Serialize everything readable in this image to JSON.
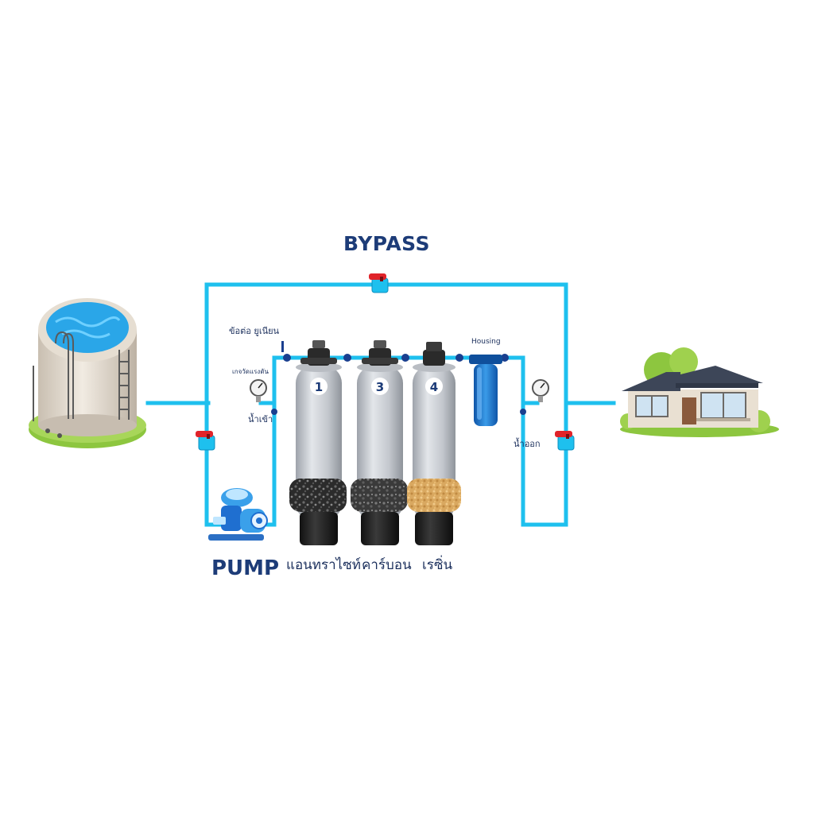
{
  "title": "BYPASS",
  "pump_label": "PUMP",
  "labels": {
    "union": "ข้อต่อ ยูเนียน",
    "gauge": "เกจวัดแรงดัน",
    "inlet": "น้ำเข้า",
    "outlet": "น้ำออก",
    "housing": "Housing"
  },
  "tanks": [
    {
      "number": "1",
      "media": "แอนทราไซท์",
      "media_color": "#2a2a2a"
    },
    {
      "number": "3",
      "media": "คาร์บอน",
      "media_color": "#333333"
    },
    {
      "number": "4",
      "media": "เรซิ่น",
      "media_color": "#d8a55a"
    }
  ],
  "colors": {
    "pipe": "#1ec0ee",
    "text": "#1d3c78",
    "valve_handle": "#e0232a",
    "housing": "#1a73c9",
    "tank": "#c8ccd2",
    "grass": "#8dc63f"
  }
}
